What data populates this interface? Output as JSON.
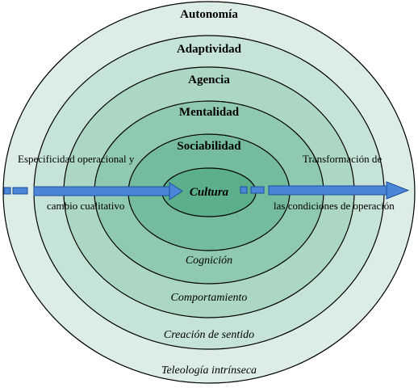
{
  "diagram": {
    "rings": [
      {
        "label": "Autonomía",
        "color": "#dcede6"
      },
      {
        "label": "Adaptividad",
        "color": "#c6e3d7"
      },
      {
        "label": "Agencia",
        "color": "#acd7c4"
      },
      {
        "label": "Mentalidad",
        "color": "#8fc9b1"
      },
      {
        "label": "Sociabilidad",
        "color": "#74bc9d"
      },
      {
        "label": "Cultura",
        "color": "#5bb08b"
      }
    ],
    "lower_labels": {
      "cognicion": "Cognición",
      "comportamiento": "Comportamiento",
      "creacion": "Creación de sentido",
      "teleologia": "Teleología intrínseca"
    },
    "left_text": {
      "line1": "Especificidad operacional y",
      "line2": "cambio cualitativo"
    },
    "right_text": {
      "line1": "Transformación de",
      "line2": "las condiciones de operación"
    },
    "arrow_color": "#4a86d8"
  }
}
